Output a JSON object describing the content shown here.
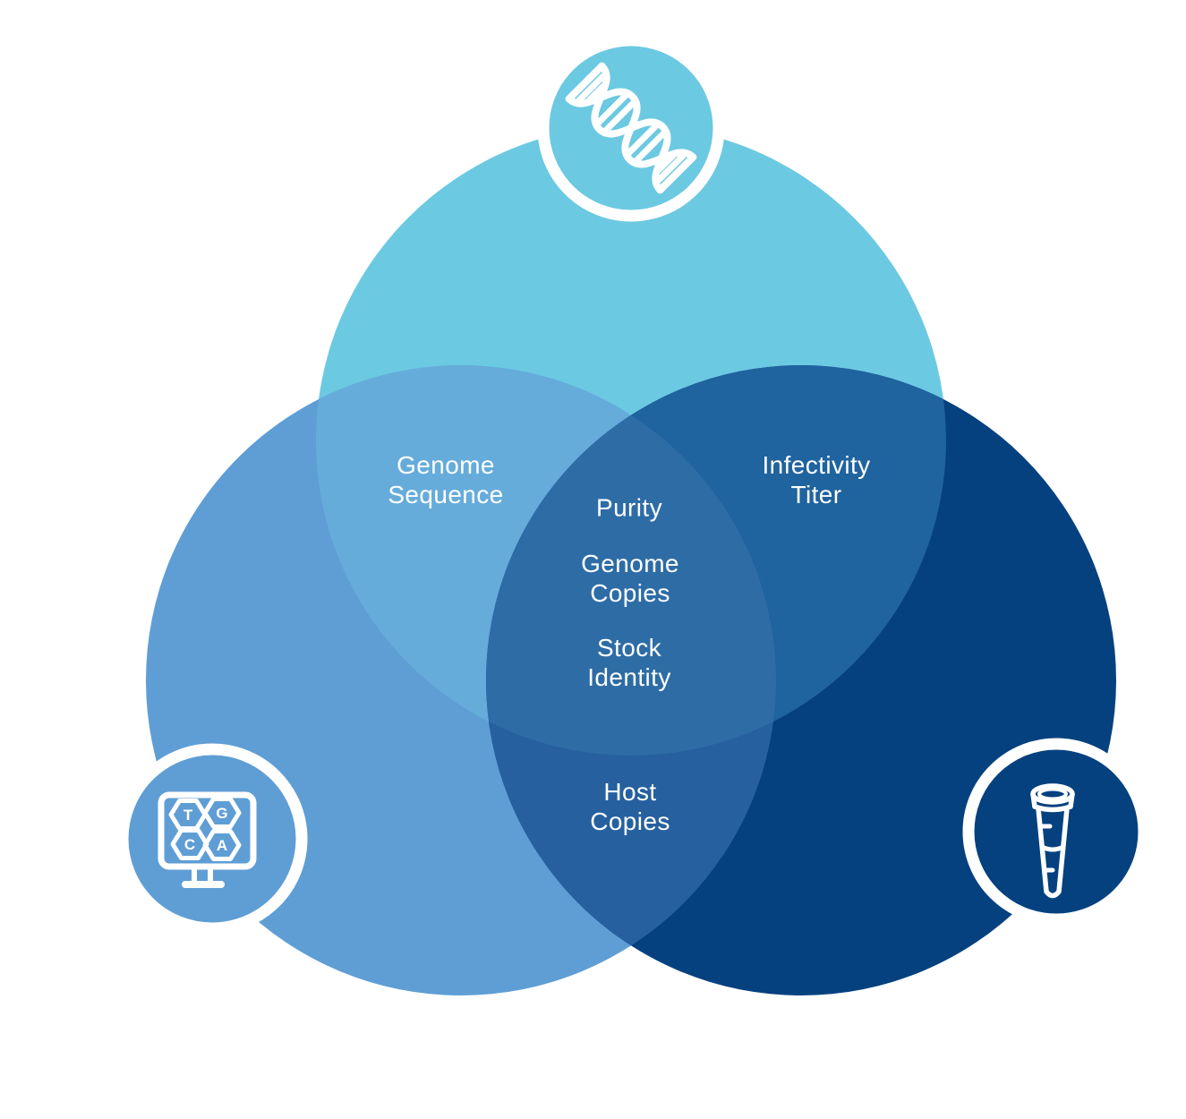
{
  "diagram_type": "venn-3-circles",
  "colors": {
    "background": "#FFFFFF",
    "circle_top": "#6CC9E2",
    "circle_left": "#5F9ED5",
    "circle_right": "#05417F",
    "overlap_top_left": "#66ACDB",
    "overlap_top_right": "#1F639F",
    "overlap_left_right": "#26609F",
    "overlap_center": "#2E6CA6",
    "icon_stroke": "#FFFFFF",
    "icon_ring": "#FFFFFF"
  },
  "labels": {
    "genome_sequence": "Genome\nSequence",
    "infectivity_titer": "Infectivity\nTiter",
    "purity": "Purity",
    "genome_copies": "Genome\nCopies",
    "stock_identity": "Stock\nIdentity",
    "host_copies": "Host\nCopies"
  },
  "icons": {
    "top": "dna-helix-icon",
    "bottom_left": "sequencer-monitor-icon",
    "bottom_right": "microcentrifuge-tube-icon",
    "sequencer": {
      "letters": [
        "T",
        "G",
        "C",
        "A"
      ]
    }
  }
}
